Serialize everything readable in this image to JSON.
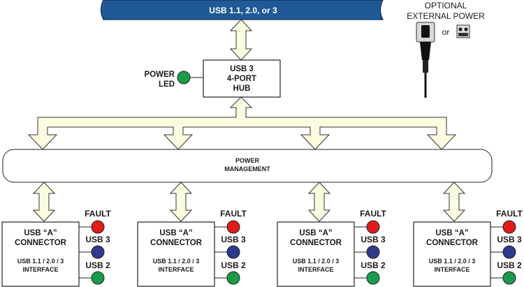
{
  "bus": {
    "label": "USB 1.1, 2.0, or 3"
  },
  "external_power": {
    "line1": "OPTIONAL",
    "line2": "EXTERNAL POWER",
    "or": "or"
  },
  "hub": {
    "line1": "USB 3",
    "line2": "4-PORT",
    "line3": "HUB"
  },
  "power_led": {
    "line1": "POWER",
    "line2": "LED",
    "color": "#1a9a4a"
  },
  "power_management": {
    "line1": "POWER",
    "line2": "MANAGEMENT"
  },
  "ports": [
    {
      "title1": "USB “A”",
      "title2": "CONNECTOR",
      "sub1": "USB 1.1 / 2.0 / 3",
      "sub2": "INTERFACE",
      "fault": "FAULT",
      "usb3": "USB 3",
      "usb2": "USB 2"
    },
    {
      "title1": "USB “A”",
      "title2": "CONNECTOR",
      "sub1": "USB 1.1 / 2.0 / 3",
      "sub2": "INTERFACE",
      "fault": "FAULT",
      "usb3": "USB 3",
      "usb2": "USB 2"
    },
    {
      "title1": "USB “A”",
      "title2": "CONNECTOR",
      "sub1": "USB 1.1 / 2.0 / 3",
      "sub2": "INTERFACE",
      "fault": "FAULT",
      "usb3": "USB 3",
      "usb2": "USB 2"
    },
    {
      "title1": "USB “A”",
      "title2": "CONNECTOR",
      "sub1": "USB 1.1 / 2.0 / 3",
      "sub2": "INTERFACE",
      "fault": "FAULT",
      "usb3": "USB 3",
      "usb2": "USB 2"
    }
  ],
  "colors": {
    "bus": "#1f5a96",
    "arrow_fill": "#fcfce0",
    "fault_led": "#e01b1b",
    "usb3_led": "#2e3a8c",
    "usb2_led": "#1a9a4a"
  }
}
